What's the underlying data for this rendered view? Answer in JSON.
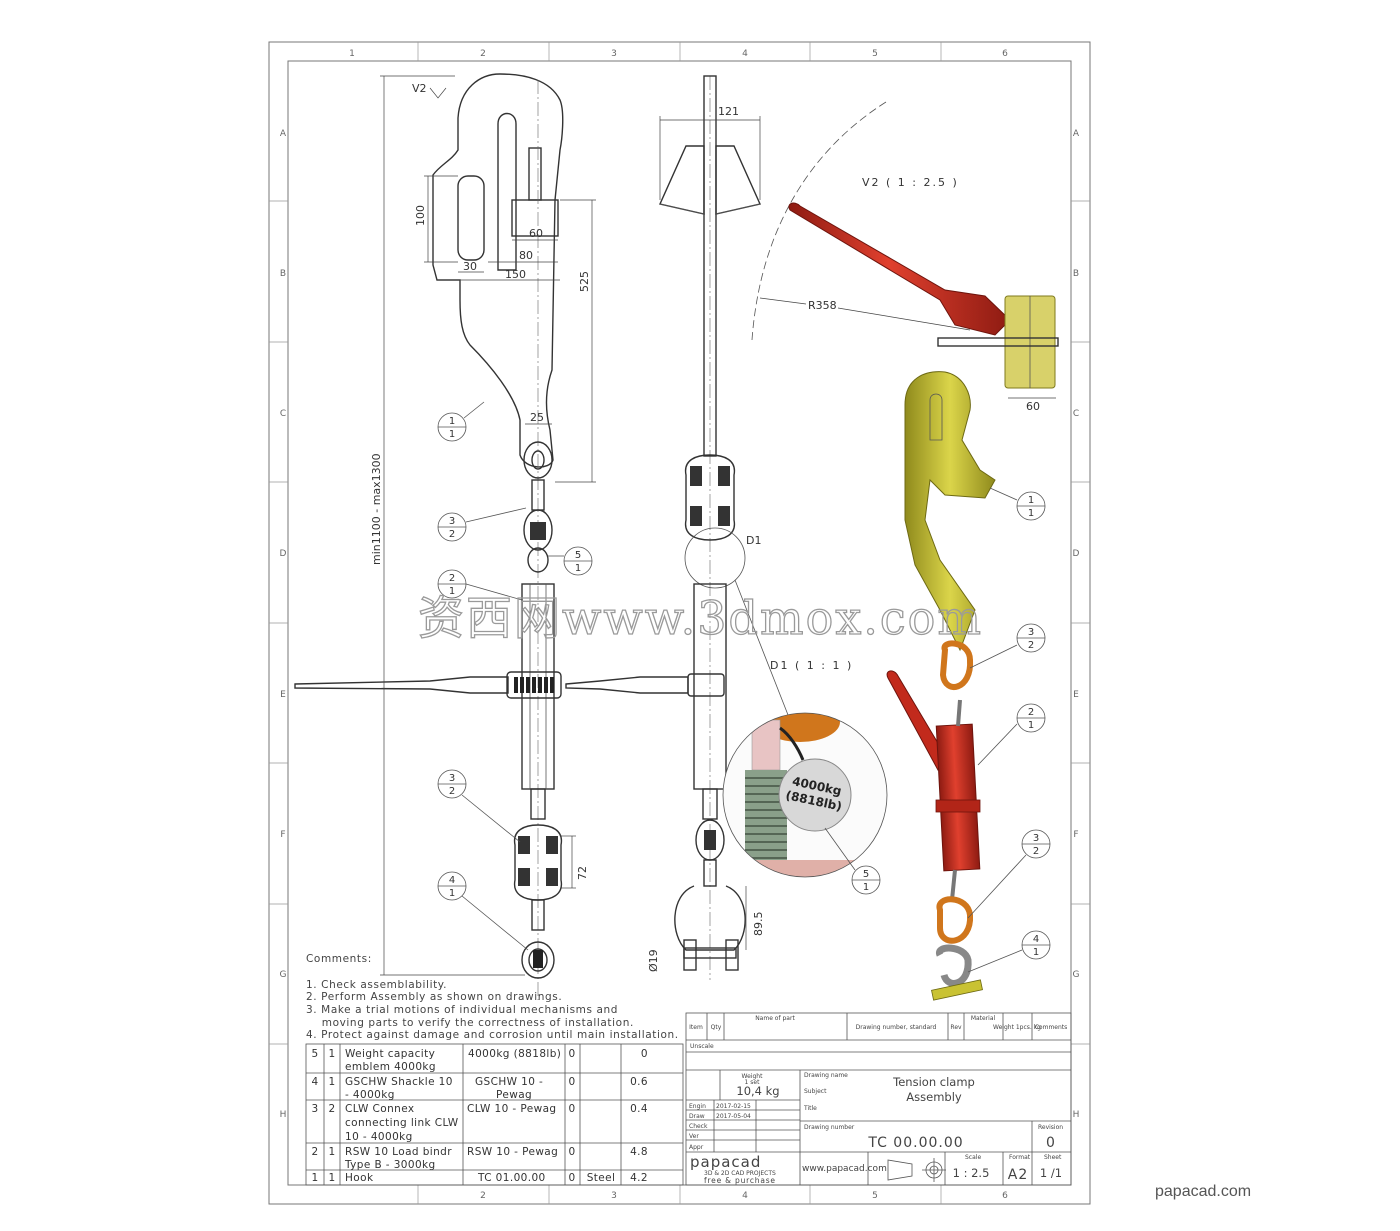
{
  "zones": {
    "columns": [
      "1",
      "2",
      "3",
      "4",
      "5",
      "6"
    ],
    "rows": [
      "A",
      "B",
      "C",
      "D",
      "E",
      "F",
      "G",
      "H"
    ]
  },
  "views": {
    "v2_marker": "V2",
    "v2_label": "V2  ( 1 : 2.5 )",
    "d1_marker": "D1",
    "d1_label": "D1  ( 1 : 1 )",
    "tag_line1": "4000kg",
    "tag_line2": "(8818lb)"
  },
  "dimensions": {
    "d100": "100",
    "d30": "30",
    "d150": "150",
    "d60": "60",
    "d80": "80",
    "d525": "525",
    "d25": "25",
    "overall": "min1100 - max1300",
    "d121": "121",
    "r358": "R358",
    "v2_60": "60",
    "d72": "72",
    "d89_5": "89.5",
    "dia19": "Ø19"
  },
  "balloons": [
    {
      "top": "1",
      "bottom": "1"
    },
    {
      "top": "3",
      "bottom": "2"
    },
    {
      "top": "5",
      "bottom": "1"
    },
    {
      "top": "2",
      "bottom": "1"
    },
    {
      "top": "3",
      "bottom": "2"
    },
    {
      "top": "4",
      "bottom": "1"
    },
    {
      "top": "5",
      "bottom": "1"
    },
    {
      "top": "1",
      "bottom": "1"
    },
    {
      "top": "3",
      "bottom": "2"
    },
    {
      "top": "2",
      "bottom": "1"
    },
    {
      "top": "3",
      "bottom": "2"
    },
    {
      "top": "4",
      "bottom": "1"
    }
  ],
  "comments": {
    "title": "Comments:",
    "lines": [
      "1. Check assemblability.",
      "2. Perform Assembly as shown on drawings.",
      "3. Make a trial motions of individual mechanisms and",
      "    moving parts to verify the correctness of installation.",
      "4. Protect against damage and corrosion until main installation."
    ]
  },
  "bom": [
    {
      "item": "5",
      "qty": "1",
      "name": [
        "Weight capacity",
        "emblem 4000kg"
      ],
      "drawing": [
        "4000kg (8818lb)"
      ],
      "rev": "0",
      "material": "",
      "weight": "0"
    },
    {
      "item": "4",
      "qty": "1",
      "name": [
        "GSCHW Shackle 10",
        "- 4000kg"
      ],
      "drawing": [
        "GSCHW 10 -",
        "Pewag"
      ],
      "rev": "0",
      "material": "",
      "weight": "0.6"
    },
    {
      "item": "3",
      "qty": "2",
      "name": [
        "CLW Connex",
        "connecting link CLW",
        "10 - 4000kg"
      ],
      "drawing": [
        "CLW 10 - Pewag"
      ],
      "rev": "0",
      "material": "",
      "weight": "0.4"
    },
    {
      "item": "2",
      "qty": "1",
      "name": [
        "RSW 10 Load bindr",
        "Type B - 3000kg"
      ],
      "drawing": [
        "RSW 10 - Pewag"
      ],
      "rev": "0",
      "material": "",
      "weight": "4.8"
    },
    {
      "item": "1",
      "qty": "1",
      "name": [
        "Hook"
      ],
      "drawing": [
        "TC 01.00.00"
      ],
      "rev": "0",
      "material": "Steel",
      "weight": "4.2"
    }
  ],
  "title_block": {
    "headers": {
      "item": "Item",
      "qty": "Qty",
      "name": "Name of part",
      "drawing": "Drawing number, standard",
      "rev": "Rev",
      "material": "Material",
      "weight": "Weight 1pcs. kg",
      "comments": "Comments"
    },
    "unscale": "Unscale",
    "weight_label": "Weight",
    "weight_sub": "1 set",
    "weight_value": "10,4  kg",
    "drawing_name_label": "Drawing name",
    "subject_label": "Subject",
    "title_label": "Title",
    "drawing_name_line1": "Tension clamp",
    "drawing_name_line2": "Assembly",
    "roles": [
      "Engin",
      "Draw",
      "Check",
      "Ver",
      "Appr"
    ],
    "dates": [
      "2017-02-15",
      "2017-05-04",
      "",
      "",
      ""
    ],
    "drawing_number_label": "Drawing number",
    "drawing_number": "TC  00.00.00",
    "revision_label": "Revision",
    "revision": "0",
    "company": "papacad",
    "company_sub": "3D & 2D CAD PROJECTS",
    "company_tag": "free & purchase",
    "website": "www.papacad.com",
    "scale_label": "Scale",
    "scale": "1 : 2.5",
    "format_label": "Format",
    "format": "A2",
    "sheet_label": "Sheet",
    "sheet": "1 /1"
  },
  "watermark": "资西网www.3dmox.com",
  "brand": "papacad.com",
  "colors": {
    "hook_red": "#cc2a1e",
    "clamp_yellow": "#c9c233",
    "link_orange": "#d0761c",
    "tag_grey": "#d8d8d8"
  }
}
